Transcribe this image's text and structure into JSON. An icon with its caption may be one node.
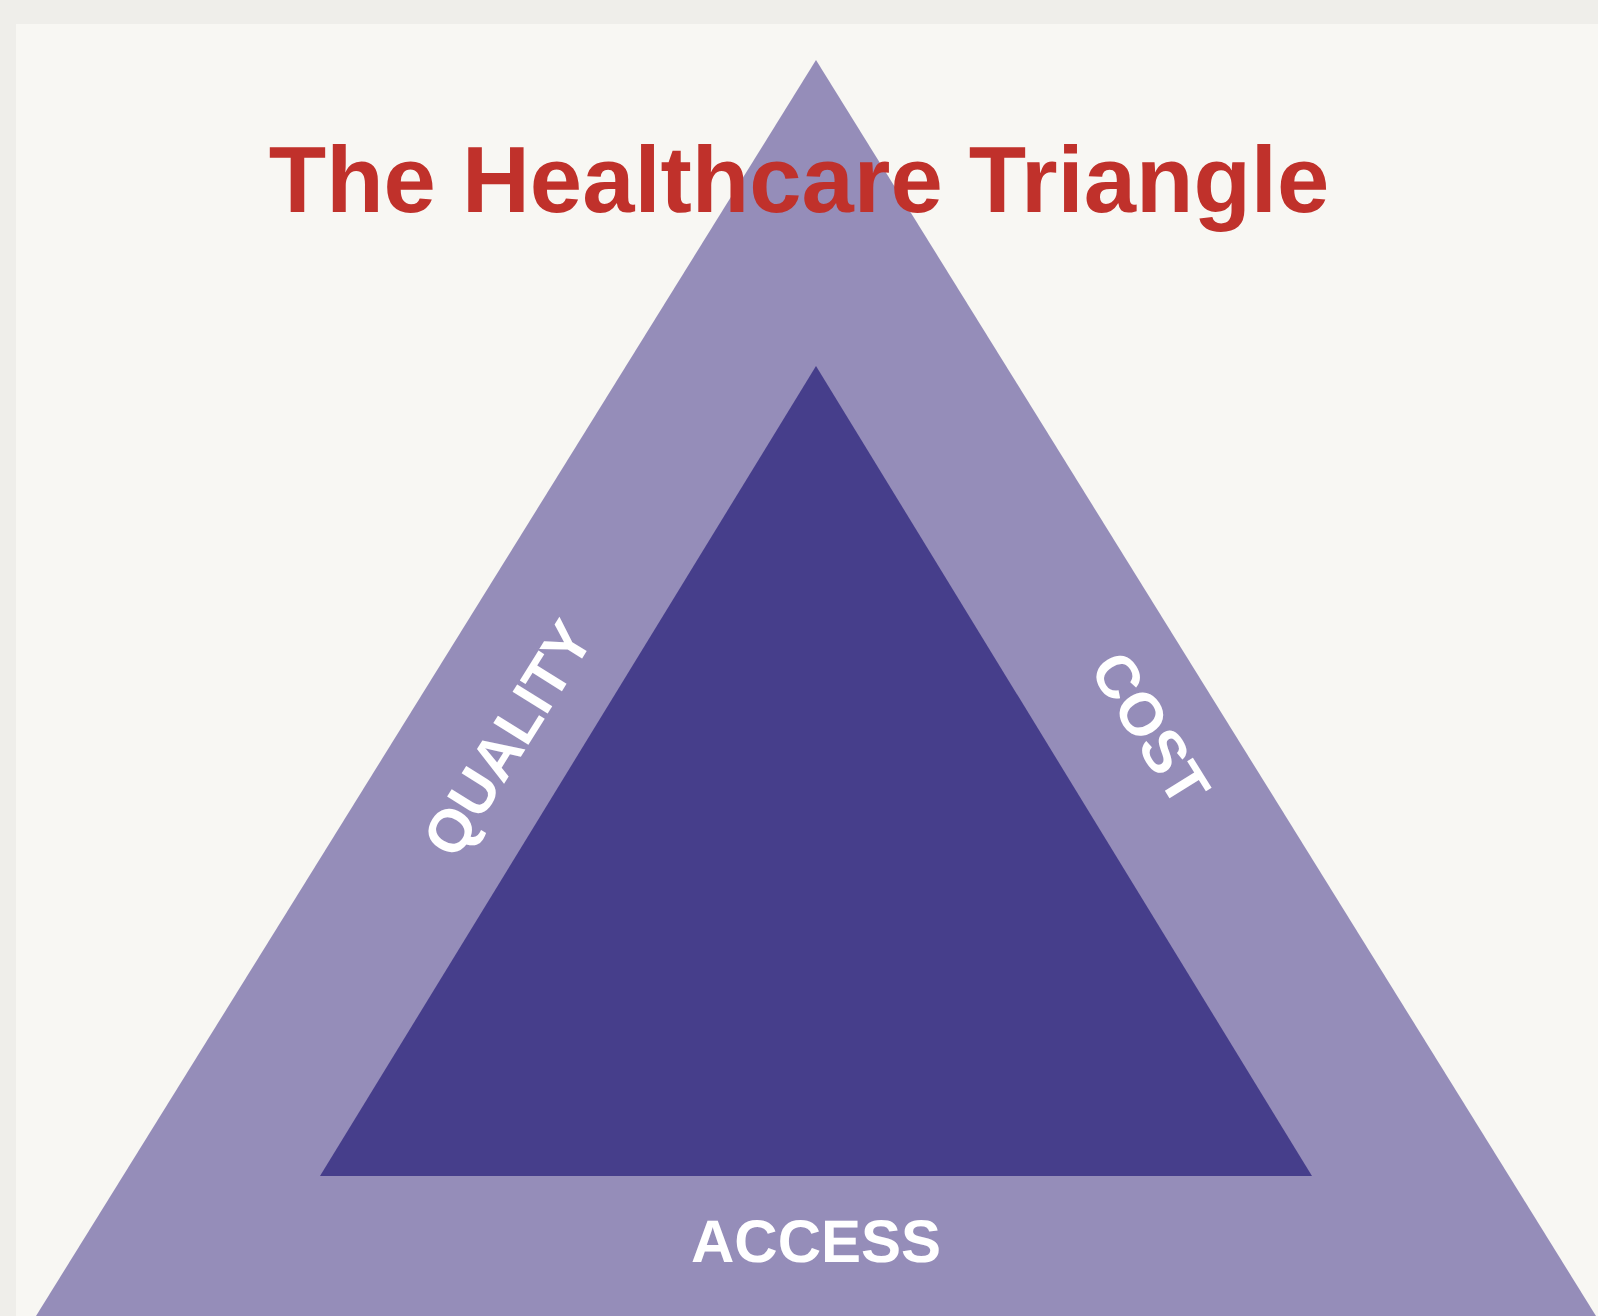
{
  "diagram": {
    "title": "The Healthcare Triangle",
    "nodes": [
      {
        "text": [
          "QUALITY",
          "COST",
          "ACCESS"
        ]
      },
      {
        "text": [],
        "shape": "triangle",
        "in": 0
      }
    ]
  }
}
